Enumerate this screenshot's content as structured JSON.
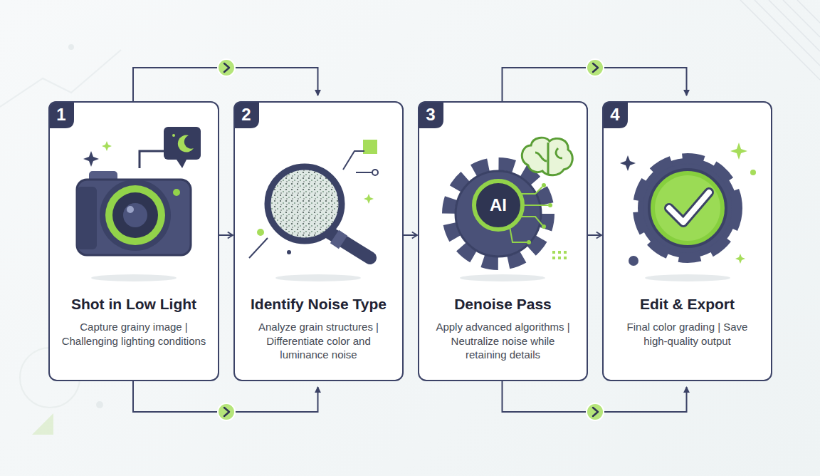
{
  "diagram": {
    "nodes": [
      {
        "text": [
          "Shot in Low Light",
          "Capture grainy image | Challenging lighting conditions"
        ]
      },
      {
        "text": [
          "Identify Noise Type",
          "Analyze grain structures | Differentiate color and luminance noise"
        ]
      },
      {
        "text": [
          "Denoise Pass",
          "Apply advanced algorithms | Neutralize noise while retaining details"
        ]
      },
      {
        "text": [
          "Edit & Export",
          "Final color grading | Save high-quality output"
        ]
      }
    ],
    "edges": [
      {
        "from": 0,
        "to": 1,
        "arrow": "to"
      },
      {
        "from": 0,
        "to": 1,
        "arrow": "to"
      },
      {
        "from": 0,
        "to": 1,
        "arrow": "to"
      },
      {
        "from": 1,
        "to": 2,
        "arrow": "to"
      },
      {
        "from": 2,
        "to": 3,
        "arrow": "to"
      },
      {
        "from": 2,
        "to": 3,
        "arrow": "to"
      },
      {
        "from": 2,
        "to": 3,
        "arrow": "to"
      }
    ],
    "labels": [
      "1",
      "2",
      "3",
      "4",
      "AI"
    ]
  }
}
